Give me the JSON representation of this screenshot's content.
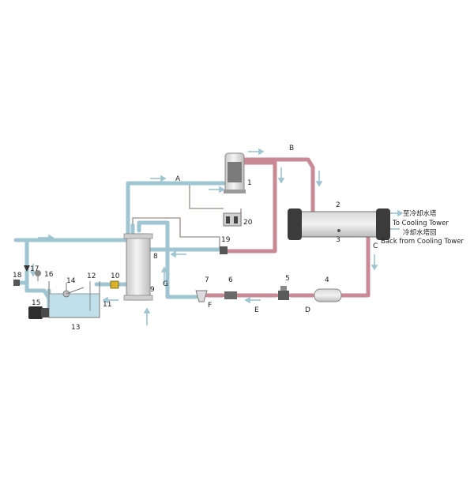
{
  "diagram": {
    "components": {
      "c1": "1",
      "c2": "2",
      "c3": "3",
      "c4": "4",
      "c5": "5",
      "c6": "6",
      "c7": "7",
      "c8": "8",
      "c9": "9",
      "c10": "10",
      "c11": "11",
      "c12": "12",
      "c13": "13",
      "c14": "14",
      "c15": "15",
      "c16": "16",
      "c17": "17",
      "c18": "18",
      "c19": "19",
      "c20": "20"
    },
    "points": {
      "A": "A",
      "B": "B",
      "C": "C",
      "D": "D",
      "E": "E",
      "F": "F",
      "G": "G"
    },
    "to_tower_cn": "至冷却水塔",
    "to_tower_en": "To Cooling Tower",
    "from_tower_cn": "冷却水塔回",
    "from_tower_en": "Back from Cooling Tower"
  },
  "colors": {
    "cold_pipe": "#9fc4d2",
    "hot_pipe": "#c98a95",
    "thin_line": "#9a8d86",
    "vessel": "#e8e8e8",
    "tank_water": "#bfe0ea"
  }
}
